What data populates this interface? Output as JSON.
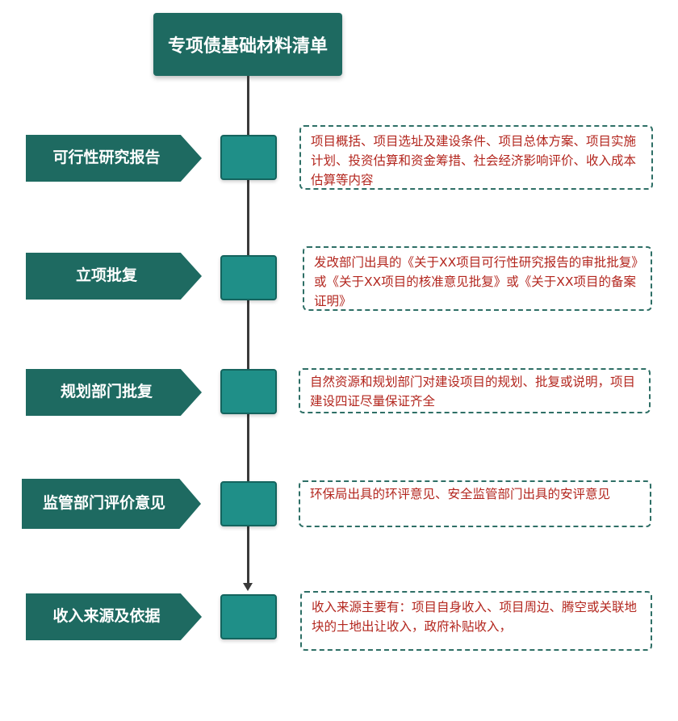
{
  "title": "专项债基础材料清单",
  "steps": [
    {
      "label": "可行性研究报告",
      "desc": "项目概括、项目选址及建设条件、项目总体方案、项目实施计划、投资估算和资金筹措、社会经济影响评价、收入成本估算等内容"
    },
    {
      "label": "立项批复",
      "desc": "发改部门出具的《关于XX项目可行性研究报告的审批批复》或《关于XX项目的核准意见批复》或《关于XX项目的备案证明》"
    },
    {
      "label": "规划部门批复",
      "desc": "自然资源和规划部门对建设项目的规划、批复或说明，项目建设四证尽量保证齐全"
    },
    {
      "label": "监管部门评价意见",
      "desc": "环保局出具的环评意见、安全监管部门出具的安评意见"
    },
    {
      "label": "收入来源及依据",
      "desc": "收入来源主要有：项目自身收入、项目周边、腾空或关联地块的土地出让收入，政府补贴收入，"
    }
  ]
}
